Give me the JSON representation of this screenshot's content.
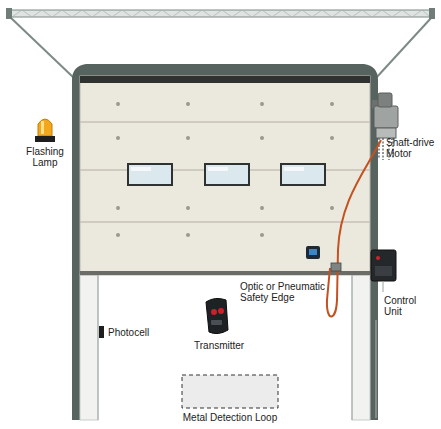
{
  "diagram": {
    "labels": [
      "Flashing Lamp",
      "Shaft-drive Motor",
      "Optic or Pneumatic Safety Edge",
      "Control Unit",
      "Photocell",
      "Transmitter",
      "Metal Detection Loop"
    ]
  }
}
